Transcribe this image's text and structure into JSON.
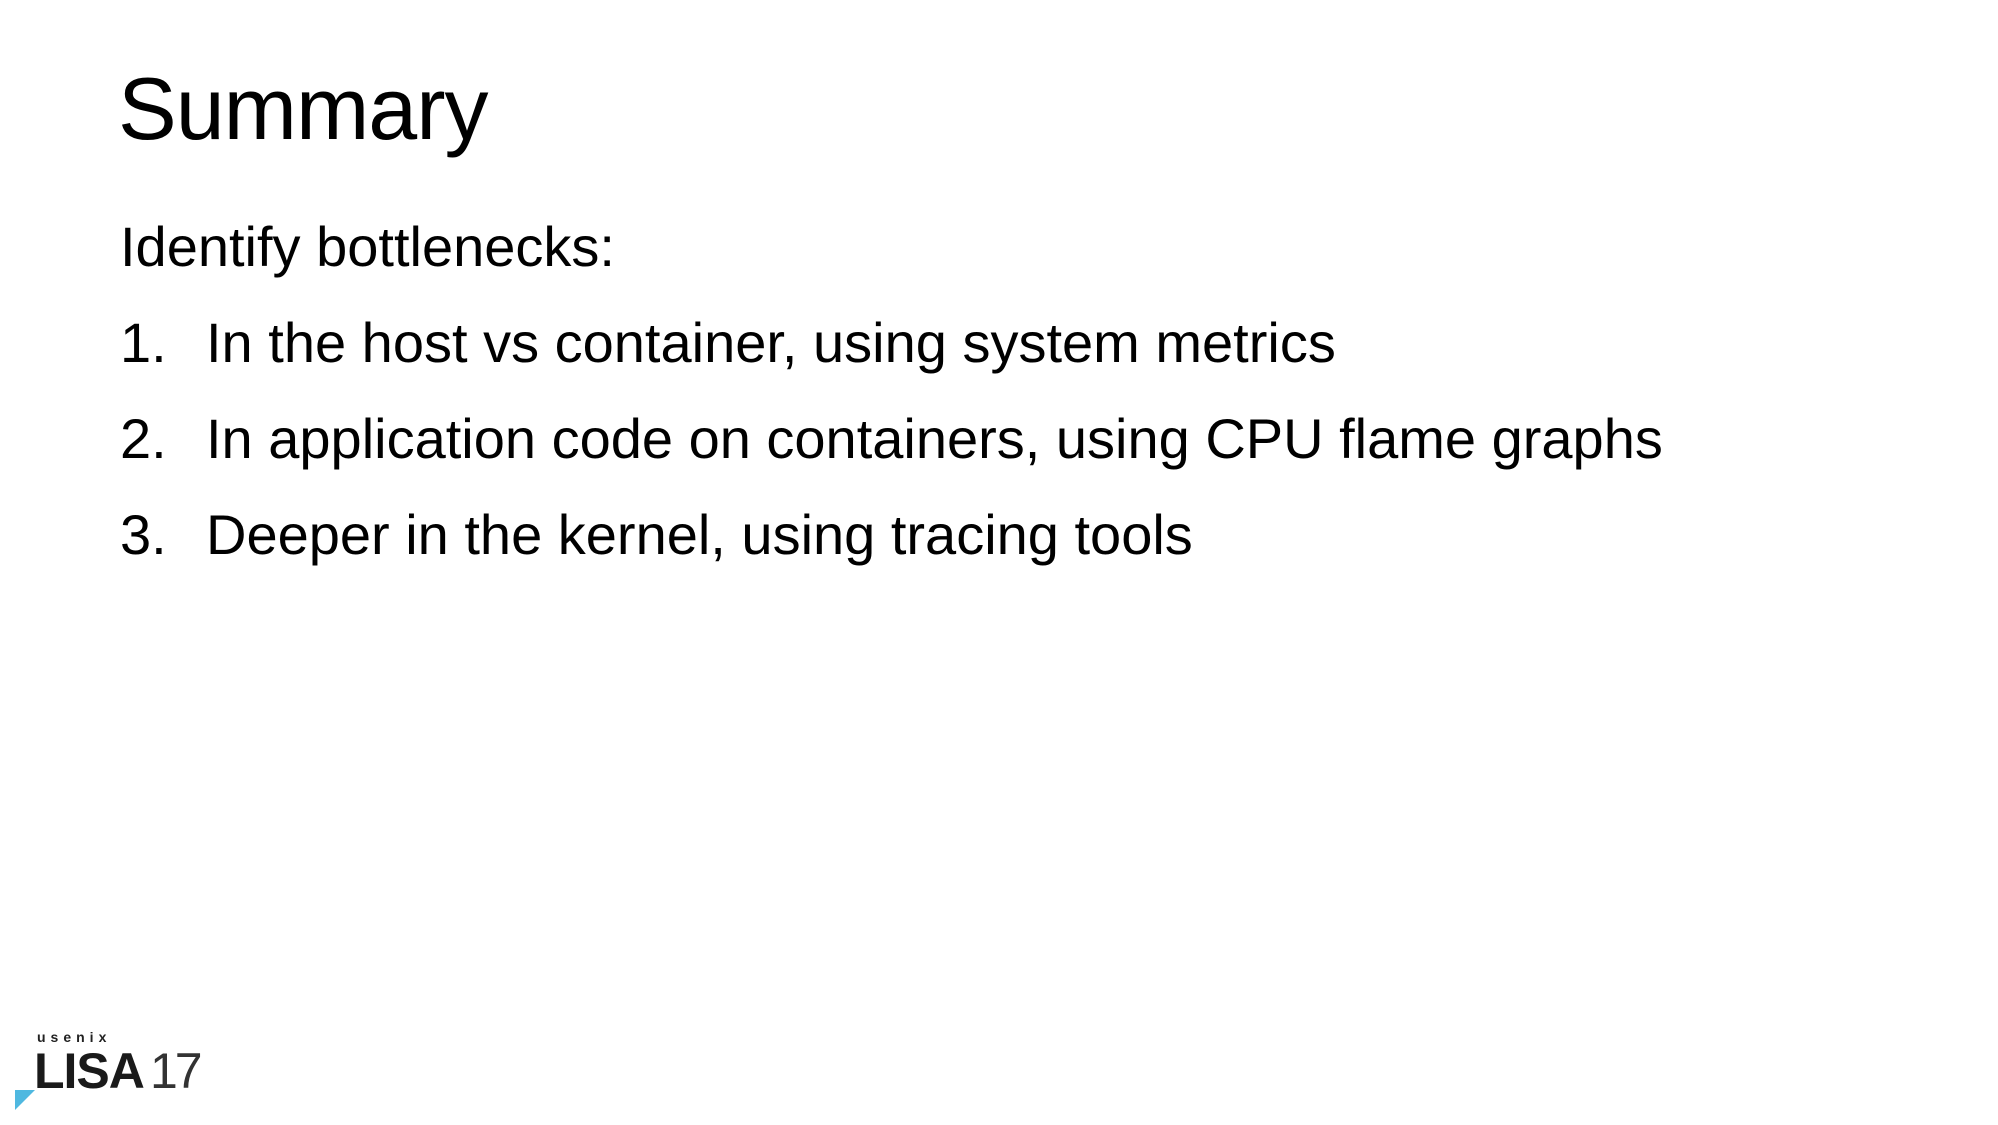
{
  "slide": {
    "title": "Summary",
    "intro": "Identify bottlenecks:",
    "items": [
      {
        "num": "1.",
        "text": "In the host vs container, using system metrics"
      },
      {
        "num": "2.",
        "text": "In application code on containers, using CPU flame graphs"
      },
      {
        "num": "3.",
        "text": "Deeper in the kernel, using tracing tools"
      }
    ]
  },
  "logo": {
    "org": "usenix",
    "name": "LISA",
    "year": "17",
    "accent": "#4fb8e0"
  }
}
